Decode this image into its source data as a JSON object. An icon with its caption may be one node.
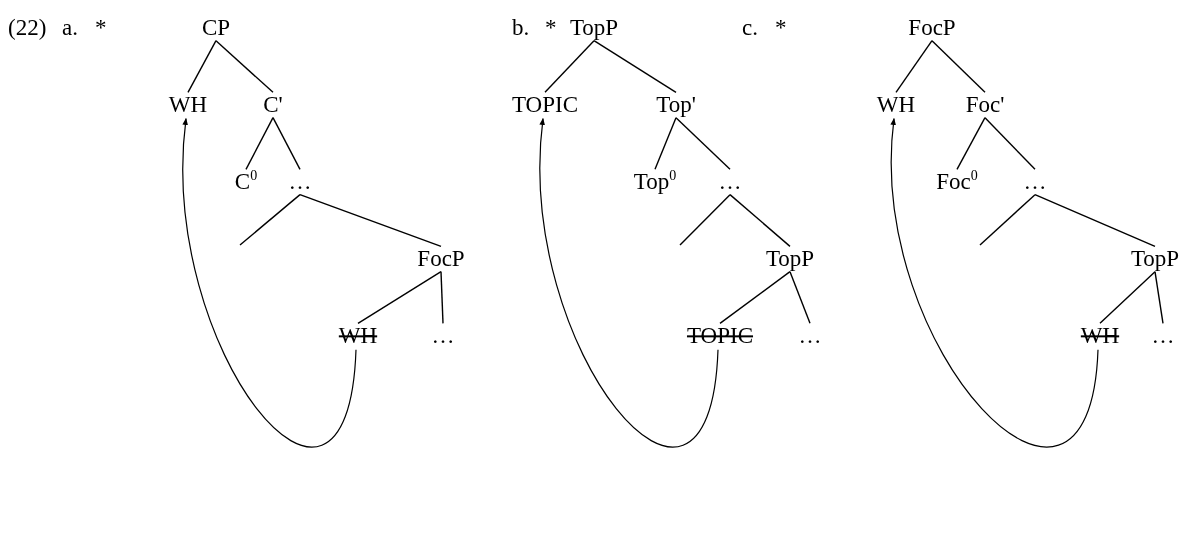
{
  "diagram": {
    "nodes": [
      {
        "text": [
          "CP"
        ]
      },
      {
        "text": [
          "WH"
        ]
      },
      {
        "text": [
          "C'"
        ]
      },
      {
        "text": [
          "C$^{0}$"
        ]
      },
      {
        "text": [
          "…"
        ]
      },
      {
        "text": [
          "FocP"
        ]
      },
      {
        "text": [
          "WH"
        ]
      },
      {
        "text": [
          "…"
        ]
      },
      {
        "text": [
          "TopP"
        ]
      },
      {
        "text": [
          "TOPIC"
        ]
      },
      {
        "text": [
          "Top'"
        ]
      },
      {
        "text": [
          "Top$^{0}$"
        ]
      },
      {
        "text": [
          "…"
        ]
      },
      {
        "text": [
          "TopP"
        ]
      },
      {
        "text": [
          "TOPIC"
        ]
      },
      {
        "text": [
          "…"
        ]
      },
      {
        "text": [
          "FocP"
        ]
      },
      {
        "text": [
          "WH"
        ]
      },
      {
        "text": [
          "Foc'"
        ]
      },
      {
        "text": [
          "Foc$^{0}$"
        ]
      },
      {
        "text": [
          "…"
        ]
      },
      {
        "text": [
          "TopP"
        ]
      },
      {
        "text": [
          "WH"
        ]
      },
      {
        "text": [
          "…"
        ]
      }
    ],
    "edges": [
      {
        "from": 0,
        "to": 1,
        "arrow": "none"
      },
      {
        "from": 0,
        "to": 2,
        "arrow": "none"
      },
      {
        "from": 2,
        "to": 3,
        "arrow": "none"
      },
      {
        "from": 2,
        "to": 4,
        "arrow": "none"
      },
      {
        "from": 4,
        "to": null,
        "arrow": "none"
      },
      {
        "from": 4,
        "to": 5,
        "arrow": "none"
      },
      {
        "from": 5,
        "to": 6,
        "arrow": "none"
      },
      {
        "from": 5,
        "to": 7,
        "arrow": "none"
      },
      {
        "from": 6,
        "to": 1,
        "arrow": "to"
      },
      {
        "from": 8,
        "to": 9,
        "arrow": "none"
      },
      {
        "from": 8,
        "to": 10,
        "arrow": "none"
      },
      {
        "from": 10,
        "to": 11,
        "arrow": "none"
      },
      {
        "from": 10,
        "to": 12,
        "arrow": "none"
      },
      {
        "from": 12,
        "to": null,
        "arrow": "none"
      },
      {
        "from": 12,
        "to": 13,
        "arrow": "none"
      },
      {
        "from": 13,
        "to": 14,
        "arrow": "none"
      },
      {
        "from": 13,
        "to": 15,
        "arrow": "none"
      },
      {
        "from": 14,
        "to": 9,
        "arrow": "to"
      },
      {
        "from": 16,
        "to": 17,
        "arrow": "none"
      },
      {
        "from": 16,
        "to": 18,
        "arrow": "none"
      },
      {
        "from": 18,
        "to": 19,
        "arrow": "none"
      },
      {
        "from": 18,
        "to": 20,
        "arrow": "none"
      },
      {
        "from": 20,
        "to": null,
        "arrow": "none"
      },
      {
        "from": 20,
        "to": 21,
        "arrow": "none"
      },
      {
        "from": 21,
        "to": 22,
        "arrow": "none"
      },
      {
        "from": 21,
        "to": 23,
        "arrow": "none"
      },
      {
        "from": 22,
        "to": 17,
        "arrow": "to"
      }
    ],
    "labels": [
      "(22)",
      "a.",
      "*",
      "b.",
      "*",
      "c.",
      "*"
    ]
  }
}
